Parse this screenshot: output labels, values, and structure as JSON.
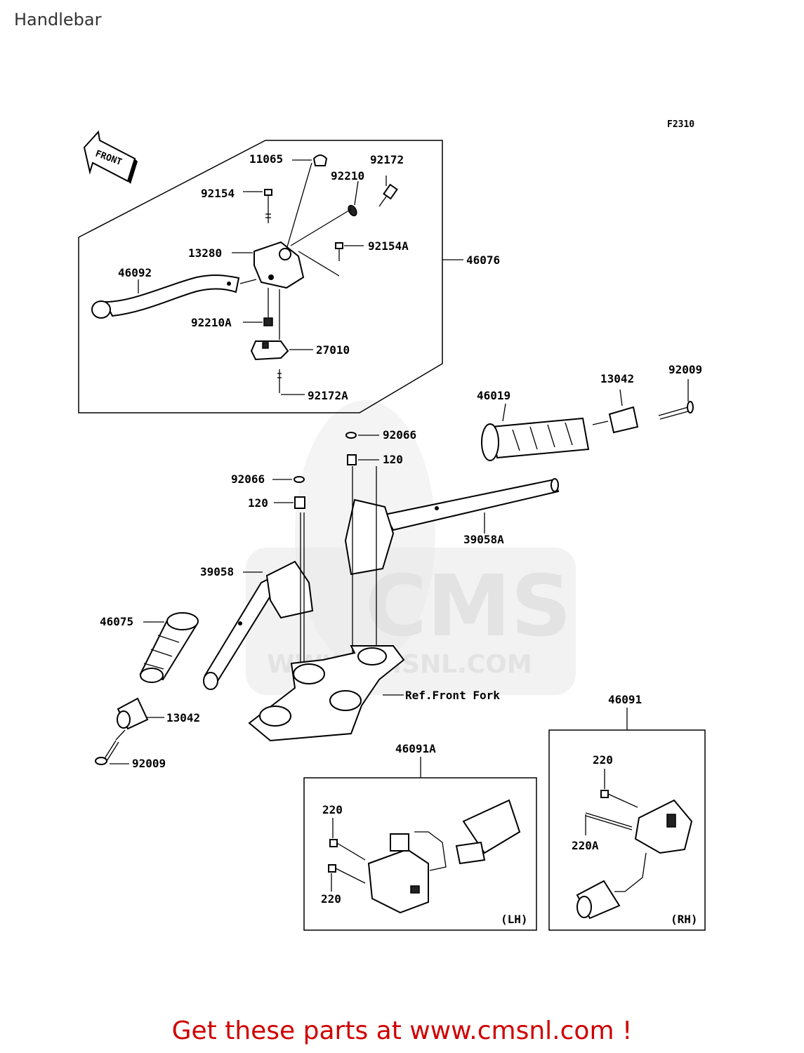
{
  "page": {
    "title": "Handlebar"
  },
  "figure_code": "F2310",
  "front_arrow_label": "FRONT",
  "watermark": {
    "brand": "CMS",
    "url": "WWW.CMSNL.COM"
  },
  "callouts": {
    "c11065": "11065",
    "c92172": "92172",
    "c92210": "92210",
    "c92154": "92154",
    "c92154A": "92154A",
    "c13280": "13280",
    "c46076": "46076",
    "c46092": "46092",
    "c92210A": "92210A",
    "c27010": "27010",
    "c92172A": "92172A",
    "c46019": "46019",
    "c13042_top": "13042",
    "c92009_top": "92009",
    "c92066_a": "92066",
    "c120_a": "120",
    "c92066_b": "92066",
    "c120_b": "120",
    "c39058A": "39058A",
    "c39058": "39058",
    "c46075": "46075",
    "c13042_bot": "13042",
    "c92009_bot": "92009",
    "ref_front_fork": "Ref.Front Fork",
    "c46091": "46091",
    "c46091A": "46091A",
    "c220_lh_a": "220",
    "c220_lh_b": "220",
    "c220_rh": "220",
    "c220A": "220A",
    "lh": "(LH)",
    "rh": "(RH)"
  },
  "footer": {
    "text": "Get these parts at www.cmsnl.com !",
    "color": "#d00000"
  }
}
